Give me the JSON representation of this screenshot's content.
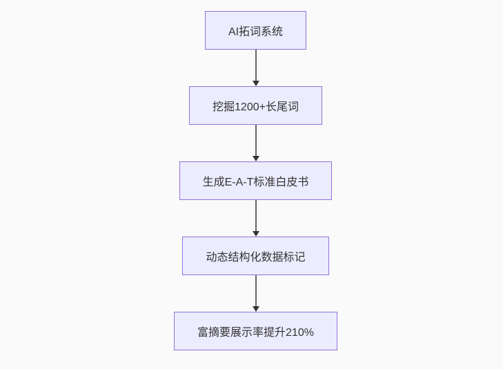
{
  "diagram": {
    "type": "flowchart",
    "direction": "top-down",
    "colors": {
      "background": "#fafafa",
      "node_fill": "#ececff",
      "node_border": "#9370db",
      "node_text": "#333333",
      "edge_line": "#666666",
      "arrowhead": "#333333"
    },
    "nodes": [
      {
        "id": "step-1",
        "label": "AI拓词系统"
      },
      {
        "id": "step-2",
        "label": "挖掘1200+长尾词"
      },
      {
        "id": "step-3",
        "label": "生成E-A-T标准白皮书"
      },
      {
        "id": "step-4",
        "label": "动态结构化数据标记"
      },
      {
        "id": "step-5",
        "label": "富摘要展示率提升210%"
      }
    ],
    "edges": [
      {
        "from": "step-1",
        "to": "step-2",
        "style": "arrow-down"
      },
      {
        "from": "step-2",
        "to": "step-3",
        "style": "arrow-down"
      },
      {
        "from": "step-3",
        "to": "step-4",
        "style": "arrow-down"
      },
      {
        "from": "step-4",
        "to": "step-5",
        "style": "arrow-down"
      }
    ]
  }
}
